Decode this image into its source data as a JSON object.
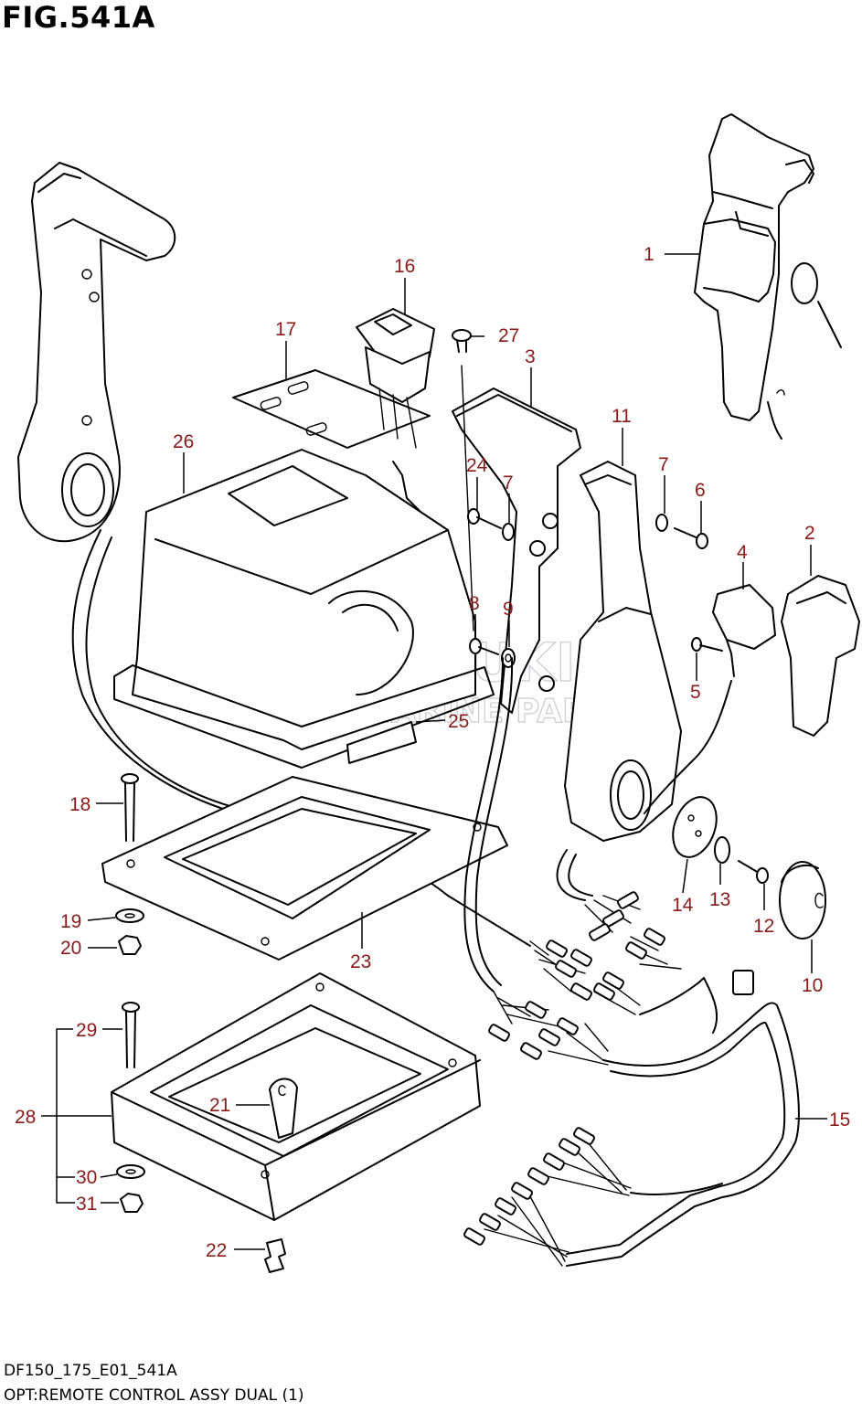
{
  "figure": {
    "title": "FIG.541A",
    "code": "DF150_175_E01_541A",
    "description": "OPT:REMOTE CONTROL ASSY DUAL (1)"
  },
  "watermark": {
    "line1": "SUZUKI",
    "line2": "MARINE PARTS"
  },
  "colors": {
    "callout_text": "#8b1a1a",
    "line": "#000000",
    "watermark": "#c8ccd2"
  },
  "callouts": [
    "1",
    "2",
    "3",
    "4",
    "5",
    "6",
    "7",
    "7",
    "8",
    "9",
    "10",
    "11",
    "12",
    "13",
    "14",
    "15",
    "16",
    "17",
    "18",
    "19",
    "20",
    "21",
    "22",
    "23",
    "24",
    "25",
    "26",
    "27",
    "28",
    "29",
    "30",
    "31"
  ]
}
